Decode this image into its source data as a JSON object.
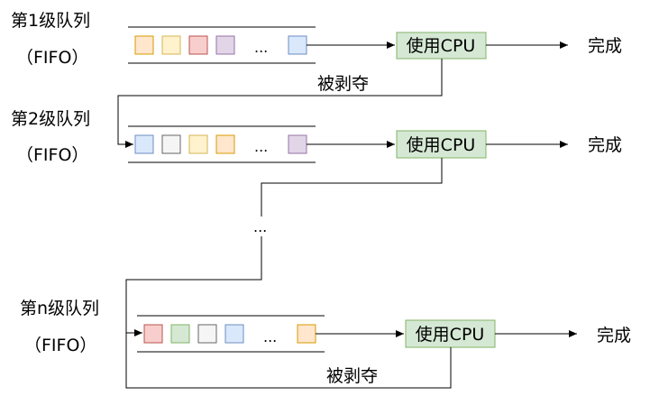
{
  "colors": {
    "orange": {
      "fill": "#ffe6cc",
      "stroke": "#d79b00"
    },
    "yellow": {
      "fill": "#fff2cc",
      "stroke": "#d6b656"
    },
    "red": {
      "fill": "#f8cecc",
      "stroke": "#b85450"
    },
    "purple": {
      "fill": "#e1d5e7",
      "stroke": "#9673a6"
    },
    "blue": {
      "fill": "#dae8fc",
      "stroke": "#6c8ebf"
    },
    "gray": {
      "fill": "#f5f5f5",
      "stroke": "#666666"
    },
    "green": {
      "fill": "#d5e8d4",
      "stroke": "#82b366"
    },
    "cpu_fill": "#d5e8d4",
    "cpu_stroke": "#82b366"
  },
  "queues": [
    {
      "title": "第1级队列",
      "subtitle": "（FIFO）",
      "blocks": [
        "orange",
        "yellow",
        "red",
        "purple"
      ],
      "ellipsis": "...",
      "last_block": "blue",
      "cpu_label": "使用CPU",
      "done_label": "完成"
    },
    {
      "title": "第2级队列",
      "subtitle": "（FIFO）",
      "blocks": [
        "blue",
        "gray",
        "yellow",
        "orange"
      ],
      "ellipsis": "...",
      "last_block": "purple",
      "cpu_label": "使用CPU",
      "done_label": "完成"
    },
    {
      "title": "第n级队列",
      "subtitle": "（FIFO）",
      "blocks": [
        "red",
        "green",
        "gray",
        "blue"
      ],
      "ellipsis": "...",
      "last_block": "orange",
      "cpu_label": "使用CPU",
      "done_label": "完成"
    }
  ],
  "preempt_labels": [
    "被剥夺",
    "被剥夺"
  ],
  "between_ellipsis": "..."
}
